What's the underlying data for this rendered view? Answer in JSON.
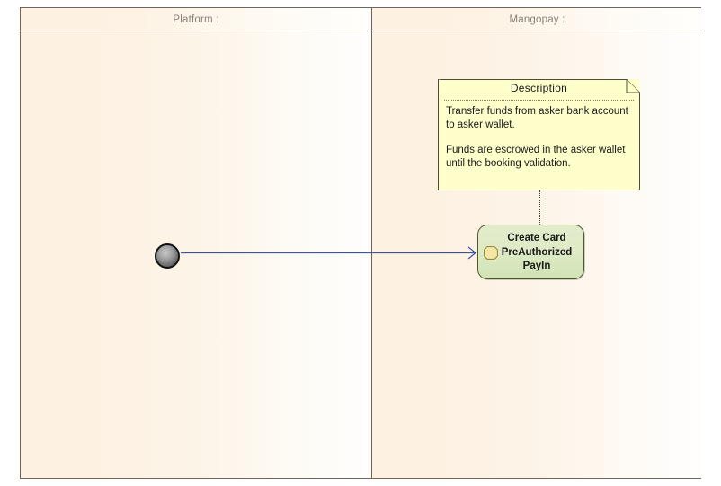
{
  "diagram": {
    "type": "uml-activity-diagram",
    "lanes": [
      {
        "id": "platform",
        "title": "Platform :"
      },
      {
        "id": "mangopay",
        "title": "Mangopay :"
      }
    ],
    "note": {
      "title": "Description",
      "paragraphs": [
        "Transfer funds from asker bank account to asker wallet.",
        "Funds are escrowed in the asker wallet until the booking validation."
      ]
    },
    "activity": {
      "label": "Create Card PreAuthorized PayIn",
      "line1": "Create Card",
      "line2": "PreAuthorized",
      "line3": "PayIn",
      "icon": "call-behavior-action-icon"
    },
    "initial_node": {
      "name": "initial-node"
    },
    "flow": {
      "from": "initial-node",
      "to": "create-card-preauthorized-payin",
      "style": "solid-arrow"
    },
    "colors": {
      "lane_fill": "#fdf1e1",
      "lane_border": "#6e665e",
      "header_text": "#8a8178",
      "note_fill": "#ffffcc",
      "note_border": "#4d4d33",
      "activity_fill": "#dfeac6",
      "activity_border": "#4a5a2e",
      "flow_line": "#3a53a4",
      "icon_fill": "#f5e49a"
    }
  }
}
